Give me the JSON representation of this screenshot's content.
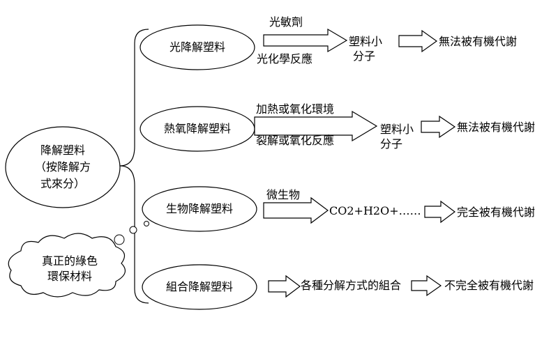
{
  "root": {
    "line1": "降解塑料",
    "line2": "（按降解方",
    "line3": "式來分）"
  },
  "cloud": {
    "line1": "真正的綠色",
    "line2": "環保材料"
  },
  "branches": [
    {
      "name": "光降解塑料",
      "upper_label": "光敏劑",
      "lower_label": "光化學反應",
      "result_line1": "塑料小",
      "result_line2": "分子",
      "outcome": "無法被有機代謝"
    },
    {
      "name": "熱氧降解塑料",
      "upper_label": "加熱或氧化環境",
      "lower_label": "裂解或氧化反應",
      "result_line1": "塑料小",
      "result_line2": "分子",
      "outcome": "無法被有機代謝"
    },
    {
      "name": "生物降解塑料",
      "upper_label": "微生物",
      "result": "CO2+H2O+……",
      "outcome": "完全被有機代謝"
    },
    {
      "name": "組合降解塑料",
      "result": "各種分解方式的組合",
      "outcome": "不完全被有機代謝"
    }
  ]
}
